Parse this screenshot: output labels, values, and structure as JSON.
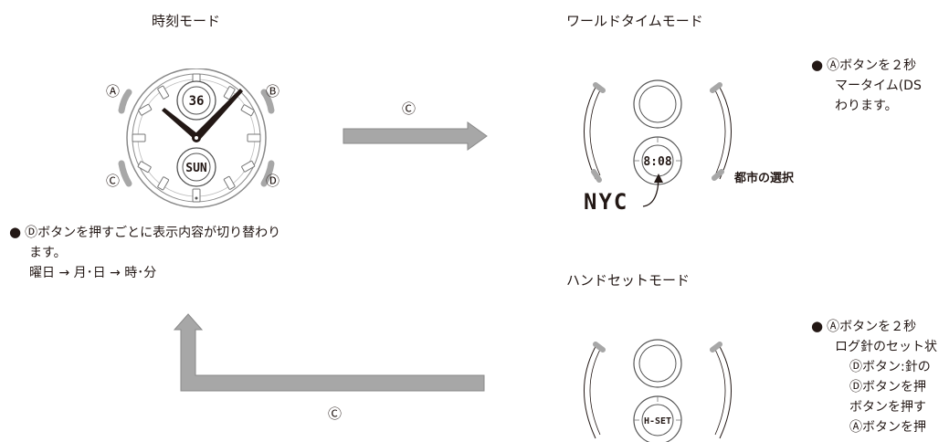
{
  "titles": {
    "time_mode": "時刻モード",
    "world_time_mode": "ワールドタイムモード",
    "hand_set_mode": "ハンドセットモード"
  },
  "buttons": {
    "a": "Ⓐ",
    "b": "Ⓑ",
    "c": "Ⓒ",
    "d": "Ⓓ"
  },
  "watch": {
    "upper_display": "36",
    "lower_display": "SUN"
  },
  "arrow_labels": {
    "to_world": "Ⓒ",
    "back_to_time": "Ⓒ"
  },
  "time_mode_note": {
    "bullet": "●",
    "line1": "Ⓓボタンを押すごとに表示内容が切り替わり",
    "line2": "ます。",
    "line3": "曜日 → 月･日 → 時･分"
  },
  "world_time": {
    "display": "8:08",
    "city": "NYC",
    "city_select_label": "都市の選択",
    "note_bullet": "●",
    "note_line1": "Ⓐボタンを２秒",
    "note_line2": "マータイム(DS",
    "note_line3": "わります。"
  },
  "hand_set": {
    "display": "H-SET",
    "note_bullet": "●",
    "note_line1": "Ⓐボタンを２秒",
    "note_line2": "ログ針のセット状",
    "note_line3": "Ⓓボタン:針の",
    "note_line4": "Ⓓボタンを押",
    "note_line5": "ボタンを押す",
    "note_line6": "Ⓐボタンを押"
  },
  "colors": {
    "arrow_fill": "#a7a7a7",
    "arrow_stroke": "#8a8a8a",
    "ink": "#231815",
    "watch_line": "#555555"
  }
}
